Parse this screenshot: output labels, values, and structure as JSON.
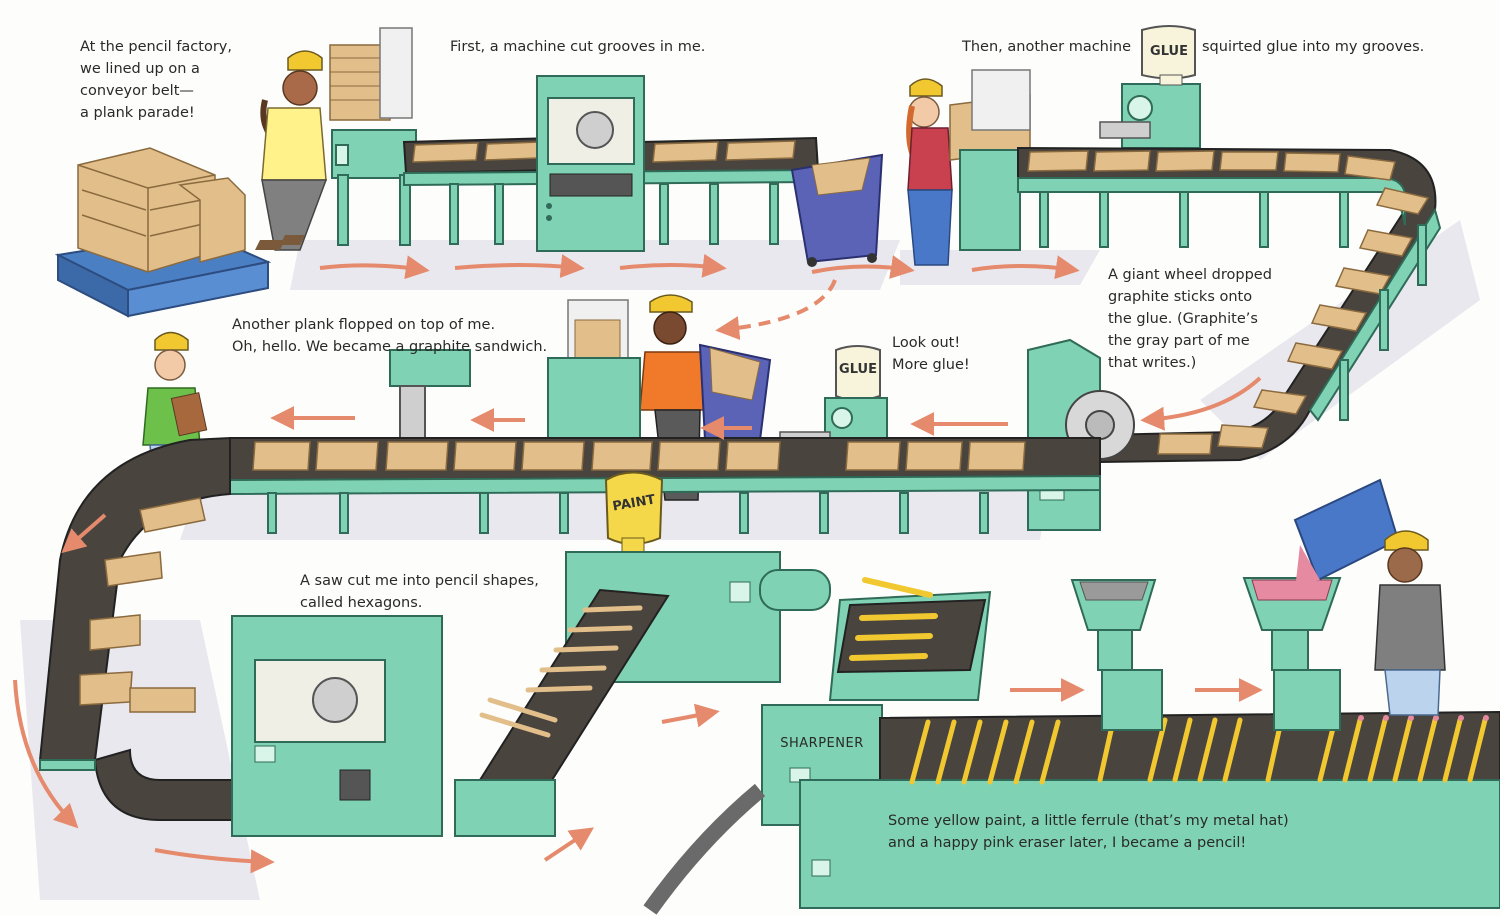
{
  "captions": {
    "plank_parade": "At the pencil factory,\nwe lined up on a\nconveyor belt—\na plank parade!",
    "grooves": "First, a machine cut grooves in me.",
    "glue_left": "Then, another machine",
    "glue_right": "squirted glue into my grooves.",
    "graphite": "A giant wheel dropped\ngraphite sticks onto\nthe glue. (Graphite’s\nthe gray part of me\nthat writes.)",
    "look_out": "Look out!\nMore glue!",
    "sandwich": "Another plank flopped on top of me.\nOh, hello. We became a graphite sandwich.",
    "hexagons": "A saw cut me into pencil shapes,\ncalled hexagons.",
    "final": "Some yellow paint, a little ferrule (that’s my metal hat)\nand a happy pink eraser later, I became a pencil!"
  },
  "labels": {
    "glue_top": "GLUE",
    "glue_mid": "GLUE",
    "paint": "PAINT",
    "sharpener": "SHARPENER"
  },
  "colors": {
    "machine": "#7fd3b4",
    "belt": "#4a443e",
    "plank": "#e2bf8a",
    "arrow": "#e58a6c",
    "pallet": "#4a7fc4",
    "bin": "#5a63b6",
    "paint_can": "#f4d84a",
    "pencil": "#f2c830",
    "eraser": "#e58aa0"
  }
}
